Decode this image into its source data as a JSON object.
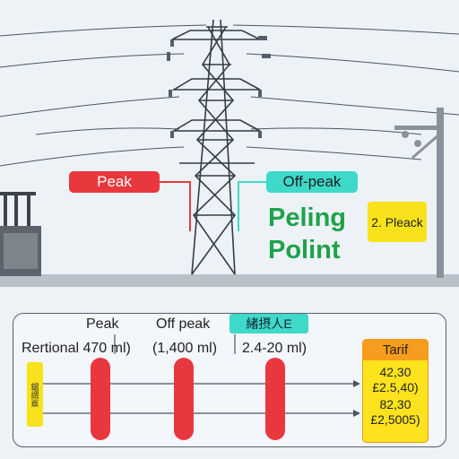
{
  "scene": {
    "peak_label": "Peak",
    "offpeak_label": "Off-peak",
    "title_line1": "Peling",
    "title_line2": "Polint",
    "note_label": "2. Pleack"
  },
  "panel": {
    "headers": {
      "peak": "Peak",
      "offpeak": "Off peak",
      "tag": "緒摂人E"
    },
    "row_labels": [
      "Rertional 470 ml)",
      "(1,400 ml)",
      "2.4-20 ml)"
    ],
    "side_tag": "鋸謂鯊",
    "tariff": {
      "header": "Tarif",
      "values": [
        "42,30",
        "£2.5,40)",
        "82,30",
        "£2,5005)"
      ]
    }
  },
  "colors": {
    "peak": "#e8383e",
    "offpeak": "#3fd9c9",
    "title_green": "#1ea24a",
    "highlight_yellow": "#f7e21b",
    "tariff_orange": "#f79c1e"
  }
}
